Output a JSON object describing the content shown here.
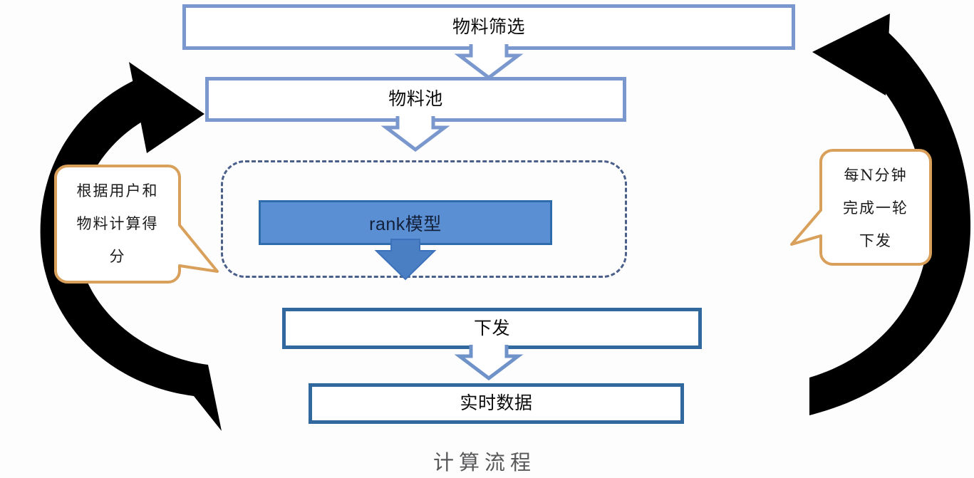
{
  "diagram": {
    "caption": "计算流程",
    "background_color": "#fdfdfd",
    "colors": {
      "box_border_light": "#7a98cd",
      "box_border_dark": "#31699f",
      "rank_fill": "#5b8fd4",
      "rank_border": "#2f6cab",
      "dashed_border": "#4a5f8a",
      "connector_arrow": "#6f92c9",
      "filled_arrow": "#4a7fc4",
      "callout_border": "#d9a05b",
      "cycle_arrow": "#000000",
      "caption_color": "#58585a"
    },
    "nodes": [
      {
        "id": "filter",
        "label": "物料筛选",
        "style": "light"
      },
      {
        "id": "pool",
        "label": "物料池",
        "style": "light"
      },
      {
        "id": "rank",
        "label": "rank模型",
        "style": "filled"
      },
      {
        "id": "dispatch",
        "label": "下发",
        "style": "dark"
      },
      {
        "id": "realtime",
        "label": "实时数据",
        "style": "dark"
      }
    ],
    "connectors": [
      {
        "from": "filter",
        "to": "pool",
        "kind": "hollow-down-arrow"
      },
      {
        "from": "pool",
        "to": "rank",
        "kind": "hollow-down-arrow"
      },
      {
        "from": "rank",
        "to": "dispatch",
        "kind": "filled-down-arrow"
      },
      {
        "from": "dispatch",
        "to": "realtime",
        "kind": "hollow-down-arrow"
      }
    ],
    "callouts": [
      {
        "id": "left-callout",
        "lines": [
          "根据用户和",
          "物料计算得",
          "分"
        ],
        "text": "根据用户和物料计算得分",
        "tail": "right",
        "points_to": "rank-group"
      },
      {
        "id": "right-callout",
        "lines": [
          "每N分钟",
          "完成一轮",
          "下发"
        ],
        "text": "每N分钟完成一轮下发",
        "tail": "left",
        "points_to": "cycle-loop"
      }
    ],
    "cycle_arrows": [
      {
        "id": "left-cycle-arrow",
        "direction": "up-right",
        "description": "黑色弧形循环箭头（左侧向上）"
      },
      {
        "id": "right-cycle-arrow",
        "direction": "up-left",
        "description": "黑色弧形循环箭头（右侧向上）"
      }
    ]
  }
}
